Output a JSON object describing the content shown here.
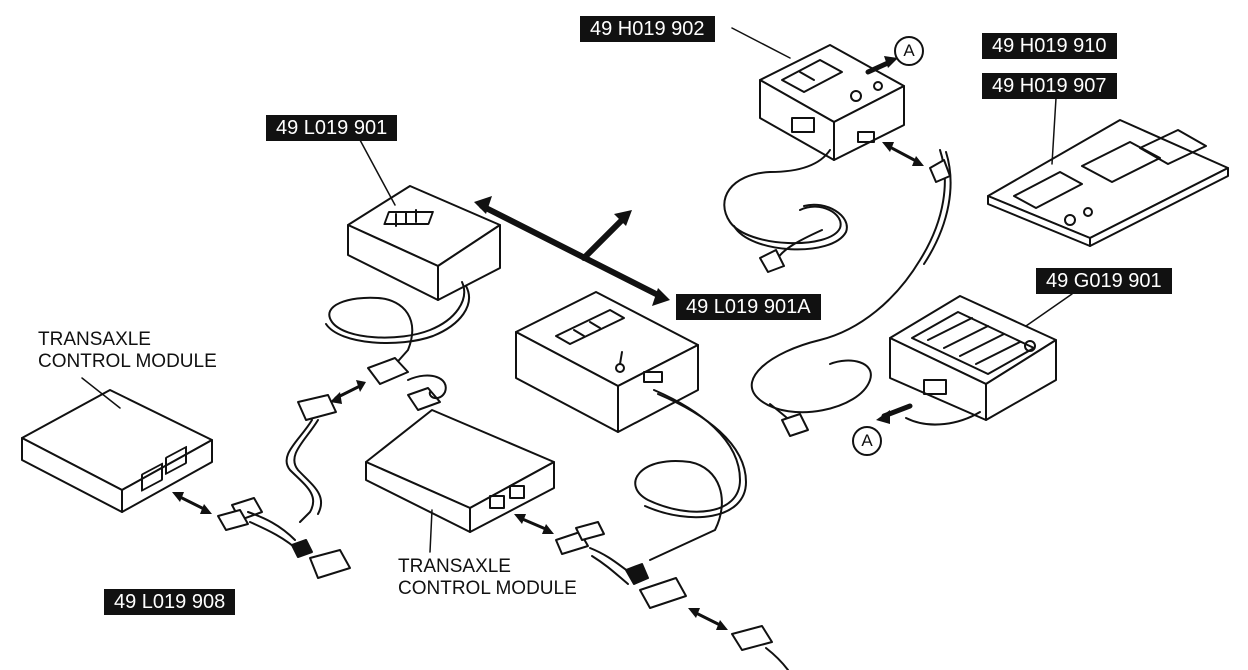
{
  "diagram": {
    "parts": [
      {
        "id": "h019_902",
        "label": "49 H019 902"
      },
      {
        "id": "h019_910",
        "label": "49 H019 910"
      },
      {
        "id": "h019_907",
        "label": "49 H019 907"
      },
      {
        "id": "l019_901",
        "label": "49 L019 901"
      },
      {
        "id": "l019_901a",
        "label": "49 L019 901A"
      },
      {
        "id": "g019_901",
        "label": "49 G019 901"
      },
      {
        "id": "l019_908",
        "label": "49 L019 908"
      }
    ],
    "modules": [
      {
        "id": "tcm_left",
        "line1": "TRANSAXLE",
        "line2": "CONTROL MODULE"
      },
      {
        "id": "tcm_center",
        "line1": "TRANSAXLE",
        "line2": "CONTROL MODULE"
      }
    ],
    "connection_marks": [
      {
        "id": "mark_top",
        "text": "A"
      },
      {
        "id": "mark_bottom",
        "text": "A"
      }
    ]
  }
}
